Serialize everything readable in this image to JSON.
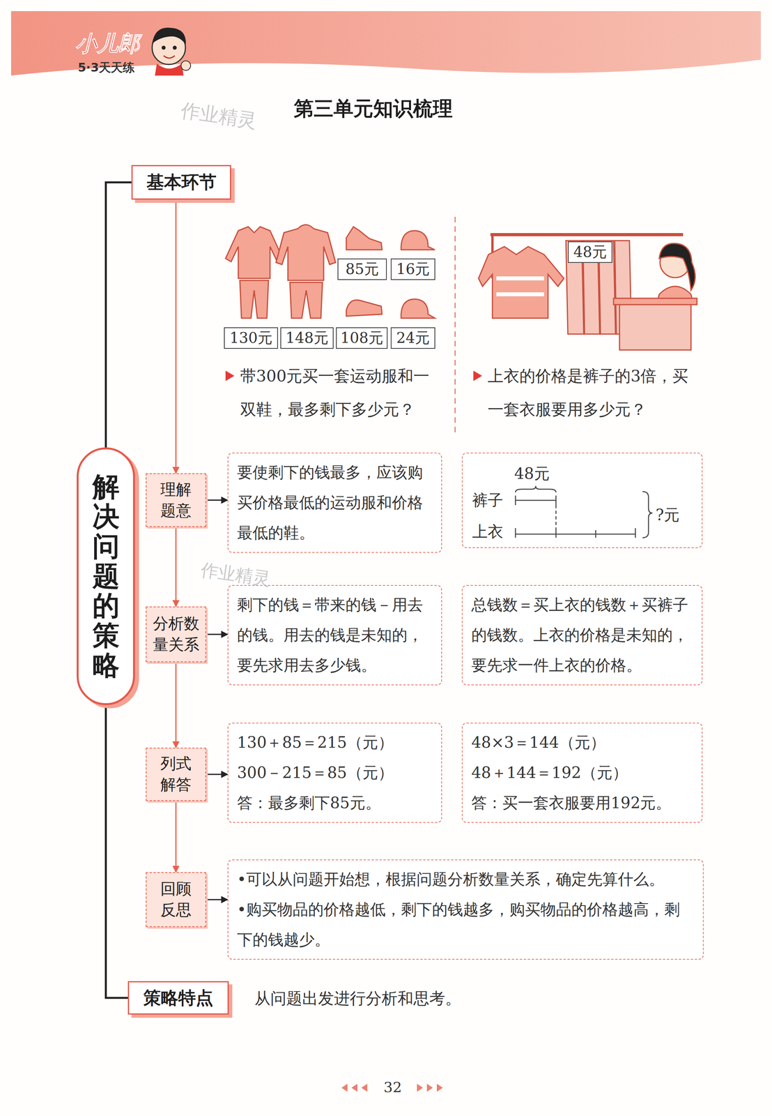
{
  "diagram": {
    "title": "第三单元知识梳理",
    "nodes": [
      {
        "text": [
          "解决问题的策略"
        ]
      },
      {
        "text": [
          "基本环节"
        ]
      },
      {
        "text": [
          "85元"
        ]
      },
      {
        "text": [
          "16元"
        ]
      },
      {
        "text": [
          "130元"
        ]
      },
      {
        "text": [
          "148元"
        ]
      },
      {
        "text": [
          "108元"
        ]
      },
      {
        "text": [
          "24元"
        ]
      },
      {
        "text": [
          "48元"
        ]
      },
      {
        "text": [
          "理解题意"
        ]
      },
      {
        "text": [
          "要使剩下的钱最多，应该购买价格最低的运动服和价格最低的鞋。"
        ]
      },
      {
        "text": [
          "48元",
          "裤子",
          "上衣",
          "?元"
        ]
      },
      {
        "text": [
          "分析数量关系"
        ]
      },
      {
        "text": [
          "剩下的钱＝带来的钱－用去的钱。用去的钱是未知的，要先求用去多少钱。"
        ]
      },
      {
        "text": [
          "总钱数＝买上衣的钱数＋买裤子的钱数。上衣的价格是未知的，要先求一件上衣的价格。"
        ]
      },
      {
        "text": [
          "列式解答"
        ]
      },
      {
        "text": [
          "130＋85＝215（元）",
          "300－215＝85（元）",
          "答：最多剩下85元。"
        ]
      },
      {
        "text": [
          "48×3＝144（元）",
          "48＋144＝192（元）",
          "答：买一套衣服要用192元。"
        ]
      },
      {
        "text": [
          "回顾反思"
        ]
      },
      {
        "text": [
          "•可以从问题开始想，根据问题分析数量关系，确定先算什么。",
          "•购买物品的价格越低，剩下的钱越多，购买物品的价格越高，剩下的钱越少。"
        ]
      },
      {
        "text": [
          "策略特点"
        ]
      }
    ],
    "edges": [
      {
        "from": 0,
        "to": 1,
        "arrow": "none"
      },
      {
        "from": 0,
        "to": 20,
        "arrow": "none"
      },
      {
        "from": 1,
        "to": 9,
        "arrow": "to"
      },
      {
        "from": 9,
        "to": 12,
        "arrow": "to"
      },
      {
        "from": 12,
        "to": 15,
        "arrow": "to"
      },
      {
        "from": 15,
        "to": 18,
        "arrow": "to"
      },
      {
        "from": 9,
        "to": 10,
        "arrow": "to"
      },
      {
        "from": 12,
        "to": 13,
        "arrow": "to"
      },
      {
        "from": 15,
        "to": 16,
        "arrow": "to"
      },
      {
        "from": 18,
        "to": 19,
        "arrow": "to"
      }
    ],
    "labels": [
      "小儿郎",
      "5·3天天练",
      "作业精灵",
      "带300元买一套运动服和一双鞋，最多剩下多少元？",
      "上衣的价格是裤子的3倍，买一套衣服要用多少元？",
      "作业精灵",
      "从问题出发进行分析和思考。",
      "32"
    ]
  }
}
